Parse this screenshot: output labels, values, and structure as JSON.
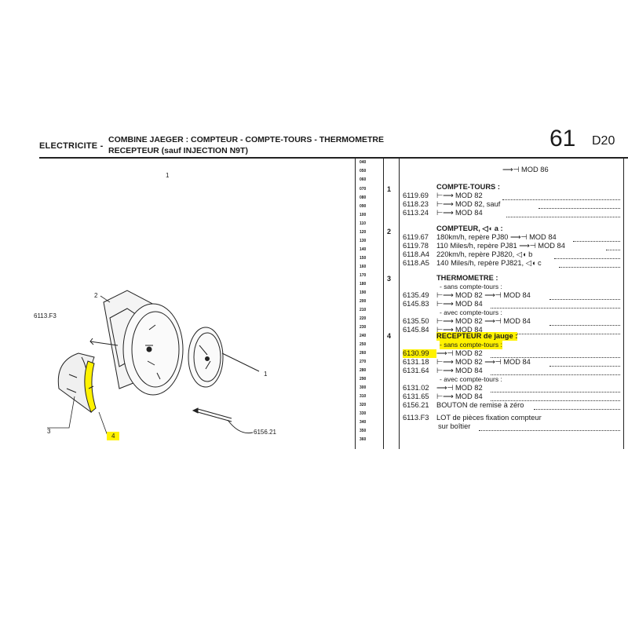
{
  "header": {
    "section": "ELECTRICITE -",
    "title_line1": "COMBINE JAEGER : COMPTEUR - COMPTE-TOURS - THERMOMETRE",
    "title_line2": "RECEPTEUR (sauf INJECTION N9T)",
    "page_number": "61",
    "page_code": "D20"
  },
  "line_numbers": [
    "040",
    "050",
    "060",
    "070",
    "080",
    "090",
    "100",
    "110",
    "120",
    "130",
    "140",
    "150",
    "160",
    "170",
    "180",
    "190",
    "200",
    "210",
    "220",
    "230",
    "240",
    "250",
    "260",
    "270",
    "280",
    "290",
    "300",
    "310",
    "320",
    "330",
    "340",
    "350",
    "360"
  ],
  "items": {
    "i1": "1",
    "i2": "2",
    "i3": "3",
    "i4": "4"
  },
  "rows": [
    {
      "ref": "",
      "desc": "⟶⊣ MOD 86"
    },
    {
      "ref": "",
      "desc": "COMPTE-TOURS :"
    },
    {
      "ref": "6119.69",
      "desc": "⊢⟶ MOD 82"
    },
    {
      "ref": "6118.23",
      "desc": "⊢⟶ MOD 82, sauf"
    },
    {
      "ref": "6113.24",
      "desc": "⊢⟶ MOD 84"
    },
    {
      "ref": "",
      "desc": "COMPTEUR, ◁◖ a :"
    },
    {
      "ref": "6119.67",
      "desc": "180km/h, repère PJ80 ⟶⊣ MOD 84"
    },
    {
      "ref": "6119.78",
      "desc": "110 Miles/h, repère PJ81 ⟶⊣ MOD 84"
    },
    {
      "ref": "6118.A4",
      "desc": "220km/h, repère PJ820, ◁◖ b"
    },
    {
      "ref": "6118.A5",
      "desc": "140 Miles/h, repère PJ821, ◁◖ c"
    },
    {
      "ref": "",
      "desc": "THERMOMETRE :"
    },
    {
      "ref": "",
      "desc": "- sans compte-tours :"
    },
    {
      "ref": "6135.49",
      "desc": "⊢⟶ MOD 82 ⟶⊣ MOD 84"
    },
    {
      "ref": "6145.83",
      "desc": "⊢⟶ MOD 84"
    },
    {
      "ref": "",
      "desc": "- avec compte-tours :"
    },
    {
      "ref": "6135.50",
      "desc": "⊢⟶ MOD 82 ⟶⊣ MOD 84"
    },
    {
      "ref": "6145.84",
      "desc": "⊢⟶ MOD 84"
    },
    {
      "ref": "",
      "desc": "RECEPTEUR de jauge :"
    },
    {
      "ref": "",
      "desc": "- sans compte-tours :"
    },
    {
      "ref": "6130.99",
      "desc": "⟶⊣ MOD 82"
    },
    {
      "ref": "6131.18",
      "desc": "⊢⟶ MOD 82 ⟶⊣ MOD 84"
    },
    {
      "ref": "6131.64",
      "desc": "⊢⟶ MOD 84"
    },
    {
      "ref": "",
      "desc": "- avec compte-tours :"
    },
    {
      "ref": "6131.02",
      "desc": "⟶⊣ MOD 82"
    },
    {
      "ref": "6131.65",
      "desc": "⊢⟶ MOD 84"
    },
    {
      "ref": "6156.21",
      "desc": "BOUTON de remise à zéro"
    },
    {
      "ref": "6113.F3",
      "desc": "LOT de pièces fixation compteur"
    },
    {
      "ref": "",
      "desc": "sur boîtier"
    }
  ],
  "diagram": {
    "label_mark": "1",
    "label_2": "2",
    "label_fixation": "6113.F3",
    "label_1": "1",
    "label_3": "3",
    "label_4": "4",
    "label_button": "6156.21"
  },
  "colors": {
    "highlight": "#fff200",
    "ink": "#1a1a1a"
  }
}
